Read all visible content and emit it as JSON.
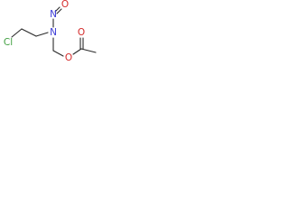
{
  "molecule": {
    "atoms": [
      {
        "id": "cl",
        "symbol": "Cl",
        "color": "#3f9f3f"
      },
      {
        "id": "n_amine",
        "symbol": "N",
        "color": "#3b3bd6"
      },
      {
        "id": "n_nitroso",
        "symbol": "N",
        "color": "#3b3bd6"
      },
      {
        "id": "o_nitroso",
        "symbol": "O",
        "color": "#d42a2a"
      },
      {
        "id": "o_ester",
        "symbol": "O",
        "color": "#d42a2a"
      },
      {
        "id": "o_carbonyl",
        "symbol": "O",
        "color": "#d42a2a"
      }
    ],
    "bond_color": "#2a2a2a"
  }
}
